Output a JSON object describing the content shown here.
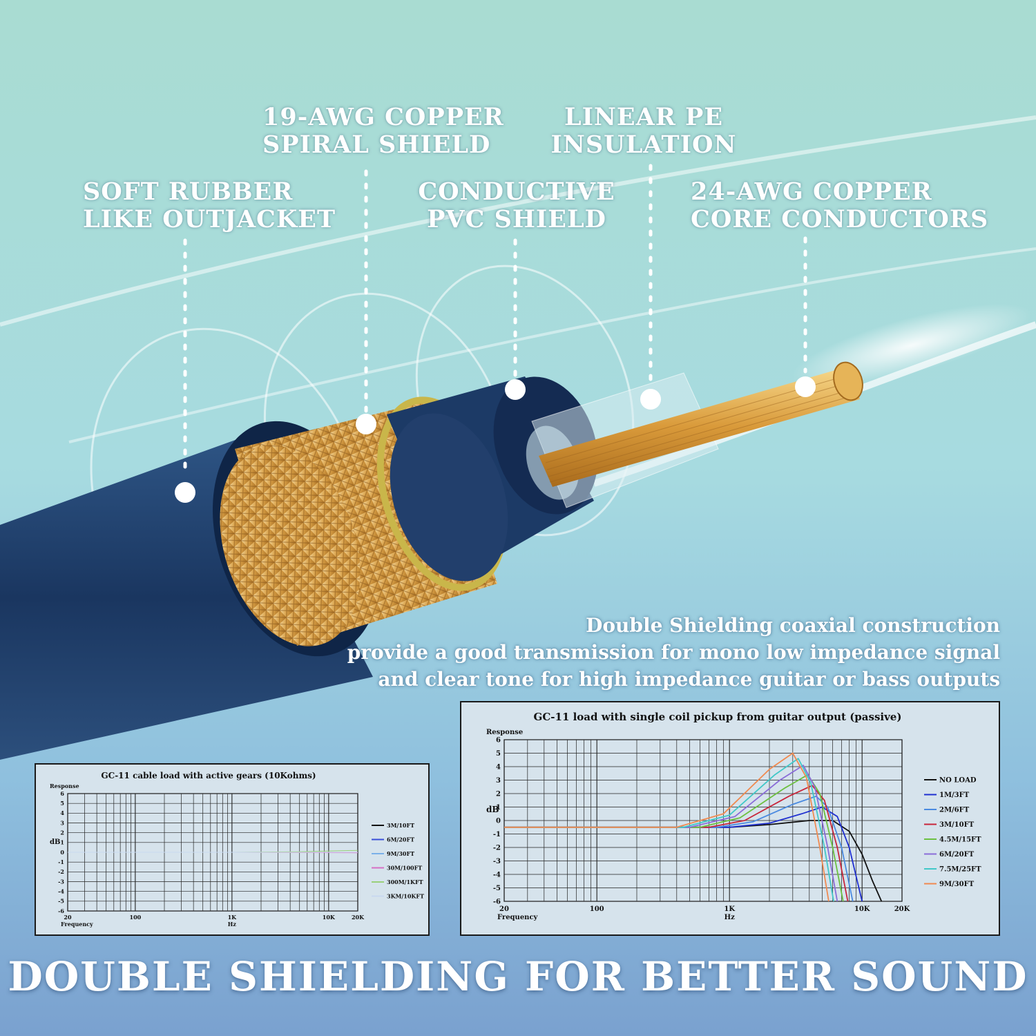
{
  "labels": {
    "outjacket": [
      "SOFT RUBBER",
      "LIKE OUTJACKET"
    ],
    "spiral_shield": [
      "19-AWG COPPER",
      "SPIRAL SHIELD"
    ],
    "pvc_shield": [
      "CONDUCTIVE",
      "PVC SHIELD"
    ],
    "pe_insulation": [
      "LINEAR PE",
      "INSULATION"
    ],
    "core": [
      "24-AWG COPPER",
      "CORE CONDUCTORS"
    ]
  },
  "description": [
    "Double Shielding coaxial construction",
    "provide a good transmission for mono low impedance signal",
    "and clear tone for high impedance guitar or bass outputs"
  ],
  "headline": "DOUBLE SHIELDING FOR BETTER SOUND",
  "colors": {
    "jacket": "#1d3a63",
    "copper": "#d9a046",
    "background_top": "#a9dcd2",
    "background_bottom": "#7da7cf"
  },
  "chart_data": [
    {
      "type": "line",
      "title": "GC-11 cable load with active gears (10Kohms)",
      "ylabel_top": "Response",
      "ylabel": "dB",
      "xlabel": "Frequency",
      "xunit": "Hz",
      "x_scale": "log",
      "xlim": [
        20,
        20000
      ],
      "ylim": [
        -6,
        6
      ],
      "x_ticks": [
        20,
        100,
        1000,
        10000,
        20000
      ],
      "x_tick_labels": [
        "20",
        "100",
        "1K",
        "10K",
        "20K"
      ],
      "y_ticks": [
        6,
        5,
        4,
        3,
        2,
        1,
        0,
        -1,
        -2,
        -3,
        -4,
        -5,
        -6
      ],
      "legend_position": "right",
      "series": [
        {
          "name": "3M/10FT",
          "color": "#111111",
          "x": [
            20,
            1000,
            20000
          ],
          "y": [
            0,
            0,
            0
          ]
        },
        {
          "name": "6M/20FT",
          "color": "#3a4fd8",
          "x": [
            20,
            1000,
            20000
          ],
          "y": [
            0,
            0,
            0
          ]
        },
        {
          "name": "9M/30FT",
          "color": "#7ab0e8",
          "x": [
            20,
            1000,
            20000
          ],
          "y": [
            0,
            0,
            0
          ]
        },
        {
          "name": "30M/100FT",
          "color": "#d66fc4",
          "x": [
            20,
            1000,
            20000
          ],
          "y": [
            0,
            0,
            -0.05
          ]
        },
        {
          "name": "300M/1KFT",
          "color": "#9ad07a",
          "x": [
            20,
            1000,
            5000,
            20000
          ],
          "y": [
            0,
            0,
            0.05,
            0.2
          ]
        },
        {
          "name": "3KM/10KFT",
          "color": "#c8d8ef",
          "x": [
            20,
            1000,
            20000
          ],
          "y": [
            0,
            0,
            0
          ]
        }
      ]
    },
    {
      "type": "line",
      "title": "GC-11 load with single coil pickup from guitar output (passive)",
      "ylabel_top": "Response",
      "ylabel": "dB",
      "xlabel": "Frequency",
      "xunit": "Hz",
      "x_scale": "log",
      "xlim": [
        20,
        20000
      ],
      "ylim": [
        -6,
        6
      ],
      "x_ticks": [
        20,
        100,
        1000,
        10000,
        20000
      ],
      "x_tick_labels": [
        "20",
        "100",
        "1K",
        "10K",
        "20K"
      ],
      "y_ticks": [
        6,
        5,
        4,
        3,
        2,
        1,
        0,
        -1,
        -2,
        -3,
        -4,
        -5,
        -6
      ],
      "legend_position": "right",
      "series": [
        {
          "name": "NO LOAD",
          "color": "#111111",
          "x": [
            20,
            1000,
            2000,
            4000,
            6000,
            8000,
            10000,
            12000,
            14000
          ],
          "y": [
            -0.5,
            -0.5,
            -0.3,
            0,
            0,
            -0.8,
            -2.5,
            -4.5,
            -6
          ]
        },
        {
          "name": "1M/3FT",
          "color": "#2030d0",
          "x": [
            20,
            1000,
            2000,
            3500,
            5000,
            6500,
            8000,
            10000
          ],
          "y": [
            -0.5,
            -0.5,
            -0.2,
            0.5,
            1.0,
            0.3,
            -2,
            -6
          ]
        },
        {
          "name": "2M/6FT",
          "color": "#4a8ae0",
          "x": [
            20,
            800,
            1500,
            3000,
            4500,
            5500,
            7000,
            8500
          ],
          "y": [
            -0.5,
            -0.5,
            -0.1,
            1.2,
            1.8,
            1.0,
            -2,
            -6
          ]
        },
        {
          "name": "3M/10FT",
          "color": "#c8253a",
          "x": [
            20,
            700,
            1300,
            2800,
            4200,
            5200,
            6500,
            7800
          ],
          "y": [
            -0.5,
            -0.5,
            0,
            1.8,
            2.6,
            1.5,
            -2,
            -6
          ]
        },
        {
          "name": "4.5M/15FT",
          "color": "#6cc040",
          "x": [
            20,
            600,
            1200,
            2600,
            3900,
            4800,
            6000,
            7200
          ],
          "y": [
            -0.5,
            -0.5,
            0.2,
            2.4,
            3.4,
            2.0,
            -2,
            -6
          ]
        },
        {
          "name": "6M/20FT",
          "color": "#8a6cd8",
          "x": [
            20,
            500,
            1100,
            2400,
            3600,
            4400,
            5500,
            6500
          ],
          "y": [
            -0.5,
            -0.5,
            0.3,
            3.0,
            4.1,
            2.5,
            -2,
            -6
          ]
        },
        {
          "name": "7.5M/25FT",
          "color": "#40c8c8",
          "x": [
            20,
            450,
            1000,
            2200,
            3300,
            4100,
            5200,
            6100
          ],
          "y": [
            -0.5,
            -0.5,
            0.4,
            3.4,
            4.6,
            2.8,
            -2,
            -6
          ]
        },
        {
          "name": "9M/30FT",
          "color": "#f08a50",
          "x": [
            20,
            400,
            900,
            2000,
            3000,
            3800,
            4800,
            5600
          ],
          "y": [
            -0.5,
            -0.5,
            0.5,
            3.8,
            5.0,
            3.2,
            -2,
            -6
          ]
        }
      ]
    }
  ]
}
